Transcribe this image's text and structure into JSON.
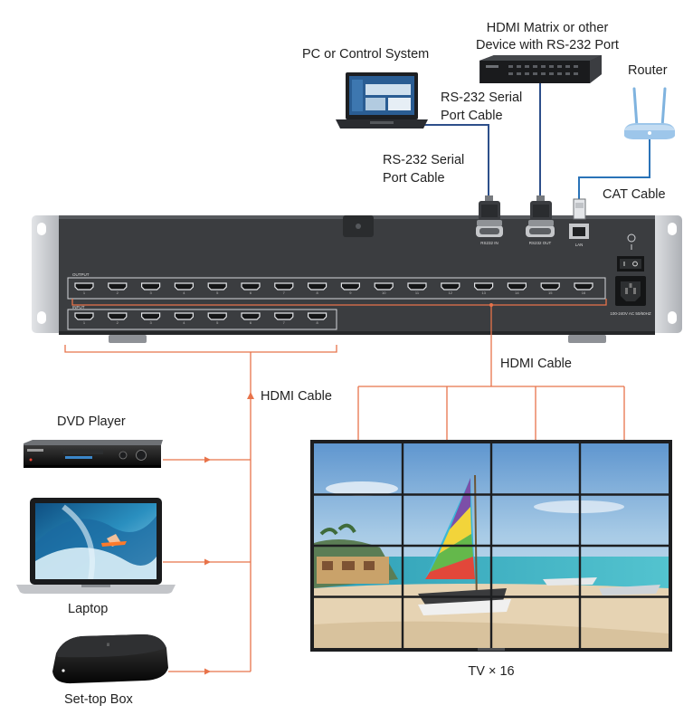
{
  "labels": {
    "hdmi_matrix": "HDMI Matrix or other\nDevice with RS-232 Port",
    "pc": "PC or Control System",
    "router": "Router",
    "rs232_top": "RS-232 Serial\nPort Cable",
    "rs232_left": "RS-232 Serial\nPort Cable",
    "cat_cable": "CAT Cable",
    "hdmi_cable_right": "HDMI Cable",
    "hdmi_cable_left": "HDMI Cable",
    "dvd_player": "DVD Player",
    "laptop": "Laptop",
    "settop_box": "Set-top Box",
    "tv": "TV × 16"
  },
  "device_panel": {
    "output_label": "OUTPUT",
    "input_label": "INPUT",
    "rs232_in": "RS232 IN",
    "rs232_out": "RS232 OUT",
    "lan": "LAN",
    "power_rating": "100-240V AC 50/60HZ",
    "output_count": 16,
    "input_count": 8
  },
  "colors": {
    "hdmi_line": "#e8734a",
    "serial_line": "#2d4f8a",
    "cat_line": "#2a73b8",
    "chassis": "#3a3c3f",
    "rack_ear": "#c9cbcf"
  },
  "icons": [
    "laptop-icon",
    "matrix-device-icon",
    "router-icon",
    "dvd-player-icon",
    "settop-box-icon",
    "video-wall-icon"
  ]
}
